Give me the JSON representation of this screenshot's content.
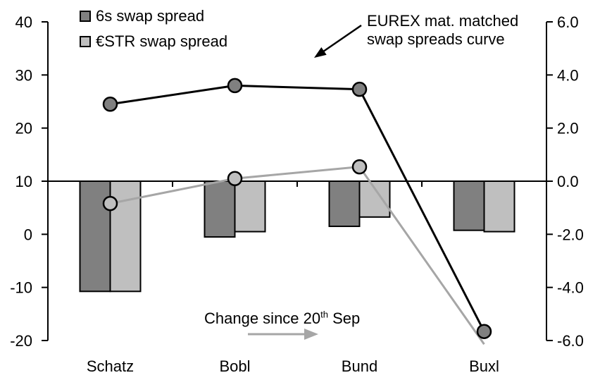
{
  "colors": {
    "black": "#000000",
    "dark_gray": "#808080",
    "light_gray": "#bfbfbf",
    "line_gray": "#a6a6a6",
    "background": "#ffffff"
  },
  "chart_data": {
    "type": "combo_bar_line",
    "title": "",
    "categories": [
      "Schatz",
      "Bobl",
      "Bund",
      "Buxl"
    ],
    "left_axis": {
      "tick_labels": [
        "40",
        "30",
        "20",
        "10",
        "0",
        "-10",
        "-20"
      ],
      "tick_values": [
        40,
        30,
        20,
        10,
        0,
        -10,
        -20
      ],
      "max": 40,
      "min": -20,
      "zero_of_bars_at_left_value": 10
    },
    "right_axis": {
      "tick_labels": [
        "6.0",
        "4.0",
        "2.0",
        "0.0",
        "-2.0",
        "-4.0",
        "-6.0"
      ],
      "tick_values": [
        6,
        4,
        2,
        0,
        -2,
        -4,
        -6
      ],
      "max": 6,
      "min": -6
    },
    "bar_series": [
      {
        "name": "6s swap spread",
        "axis": "right",
        "color": "#808080",
        "values": [
          -4.15,
          -2.1,
          -1.7,
          -1.85
        ]
      },
      {
        "name": "€STR swap spread",
        "axis": "right",
        "color": "#bfbfbf",
        "values": [
          -4.15,
          -1.9,
          -1.35,
          -1.9
        ]
      }
    ],
    "line_series": [
      {
        "name": "€STR swap spread curve",
        "axis": "left",
        "color": "#a6a6a6",
        "marker_fill": "#bfbfbf",
        "values": [
          5.8,
          10.5,
          12.7,
          -20.7
        ],
        "markers": [
          true,
          true,
          true,
          false
        ]
      },
      {
        "name": "6s swap spread curve",
        "axis": "left",
        "color": "#000000",
        "marker_fill": "#808080",
        "values": [
          24.5,
          28,
          27.3,
          -18.3
        ],
        "markers": [
          true,
          true,
          true,
          true
        ]
      }
    ],
    "legend": [
      {
        "label": "6s swap spread",
        "color": "#808080"
      },
      {
        "label": "€STR swap spread",
        "color": "#bfbfbf"
      }
    ],
    "annotations": {
      "curve_note": {
        "line1": "EUREX mat. matched",
        "line2": "swap spreads curve",
        "arrow": "black arrow pointing down-left to the black curve"
      },
      "change_note": {
        "prefix": "Change since 20",
        "sup": "th",
        "suffix": " Sep",
        "arrow": "gray arrow pointing right to the bars"
      }
    },
    "grid": "off",
    "legend_position": "top-left"
  }
}
